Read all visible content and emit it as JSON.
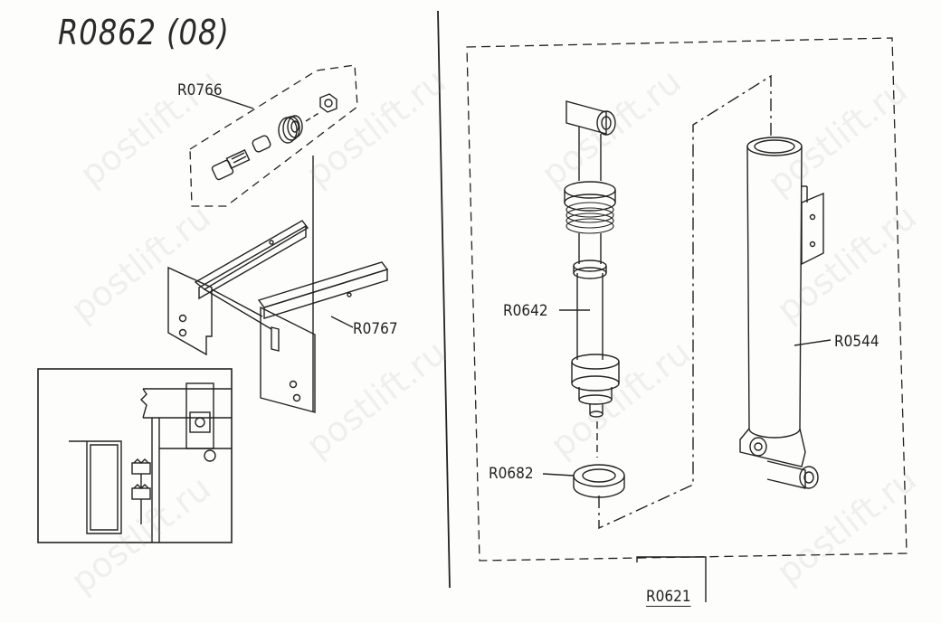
{
  "title": "R0862 (08)",
  "labels": {
    "top_kit": "R0766",
    "bracket": "R0767",
    "piston": "R0642",
    "washer": "R0682",
    "cylinder": "R0544",
    "assembly": "R0621"
  },
  "watermark": "postlift.ru",
  "colors": {
    "ink": "#222222",
    "paper": "#fdfdfb"
  }
}
